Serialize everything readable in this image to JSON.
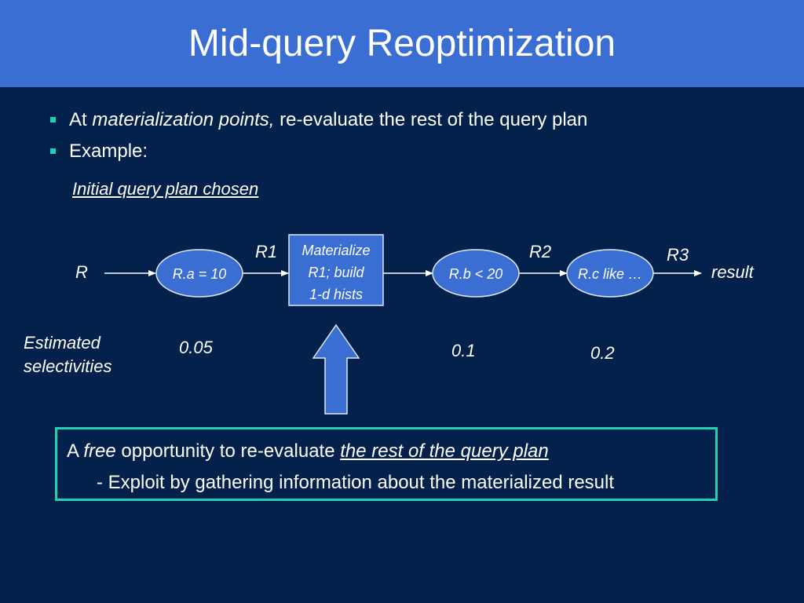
{
  "slide": {
    "title": "Mid-query Reoptimization",
    "bullets": [
      {
        "prefix": "At ",
        "emphasis": "materialization points,",
        "suffix": " re-evaluate the rest of the query plan"
      },
      {
        "text": "Example:"
      }
    ],
    "plan_label": "Initial query plan chosen"
  },
  "diagram": {
    "input_label": "R",
    "nodes": [
      {
        "label": "R.a = 10",
        "shape": "ellipse"
      },
      {
        "label_lines": [
          "Materialize",
          "R1; build",
          "1-d hists"
        ],
        "shape": "box"
      },
      {
        "label": "R.b < 20",
        "shape": "ellipse"
      },
      {
        "label": "R.c like …",
        "shape": "ellipse"
      }
    ],
    "edge_labels": [
      "R1",
      "R2",
      "R3"
    ],
    "output_label": "result",
    "selectivity_label_lines": [
      "Estimated",
      "selectivities"
    ],
    "selectivities": [
      "0.05",
      "0.1",
      "0.2"
    ],
    "colors": {
      "node_fill": "#3a6ed3",
      "node_stroke": "#dfe8f8",
      "accent": "#1fd0b4",
      "background": "#03214a"
    }
  },
  "callout": {
    "line1_a": "A ",
    "line1_free": "free",
    "line1_b": " opportunity to re-evaluate ",
    "line1_ul": "the rest of the query plan",
    "line2": "- Exploit by gathering information about the materialized result"
  }
}
